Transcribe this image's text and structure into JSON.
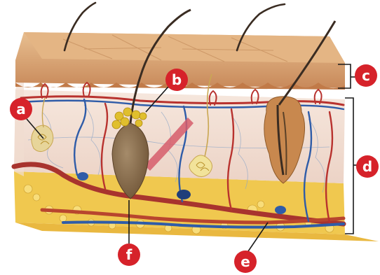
{
  "diagram": {
    "labels": [
      "a",
      "b",
      "c",
      "d",
      "e",
      "f"
    ]
  },
  "colors": {
    "label_fill": "#d6222a",
    "epidermis": "#d9a26f",
    "dermis": "#f4e3d8",
    "hypodermis_fat": "#f2cf5a",
    "artery": "#b8322e",
    "vein": "#2f5ca8",
    "nerve": "#d8c65a",
    "hair": "#3a2c22",
    "gland": "#b08a5a"
  }
}
